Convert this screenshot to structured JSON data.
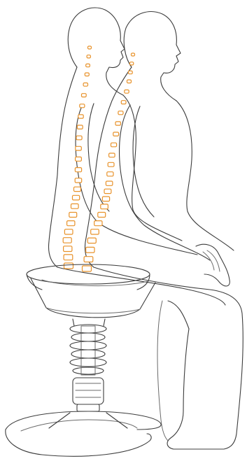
{
  "illustration": {
    "subject": "two-seated-figures-on-ergonomic-stool",
    "palette": {
      "background": "#ffffff",
      "outline": "#3c3c3c",
      "spine_accent": "#e8922a"
    },
    "figures": [
      {
        "id": "rear-figure",
        "posture": "upright"
      },
      {
        "id": "front-figure",
        "posture": "upright"
      }
    ],
    "spines": [
      {
        "id": "rear-spine",
        "vertebra_count": 24
      },
      {
        "id": "front-spine",
        "vertebra_count": 24
      }
    ]
  }
}
